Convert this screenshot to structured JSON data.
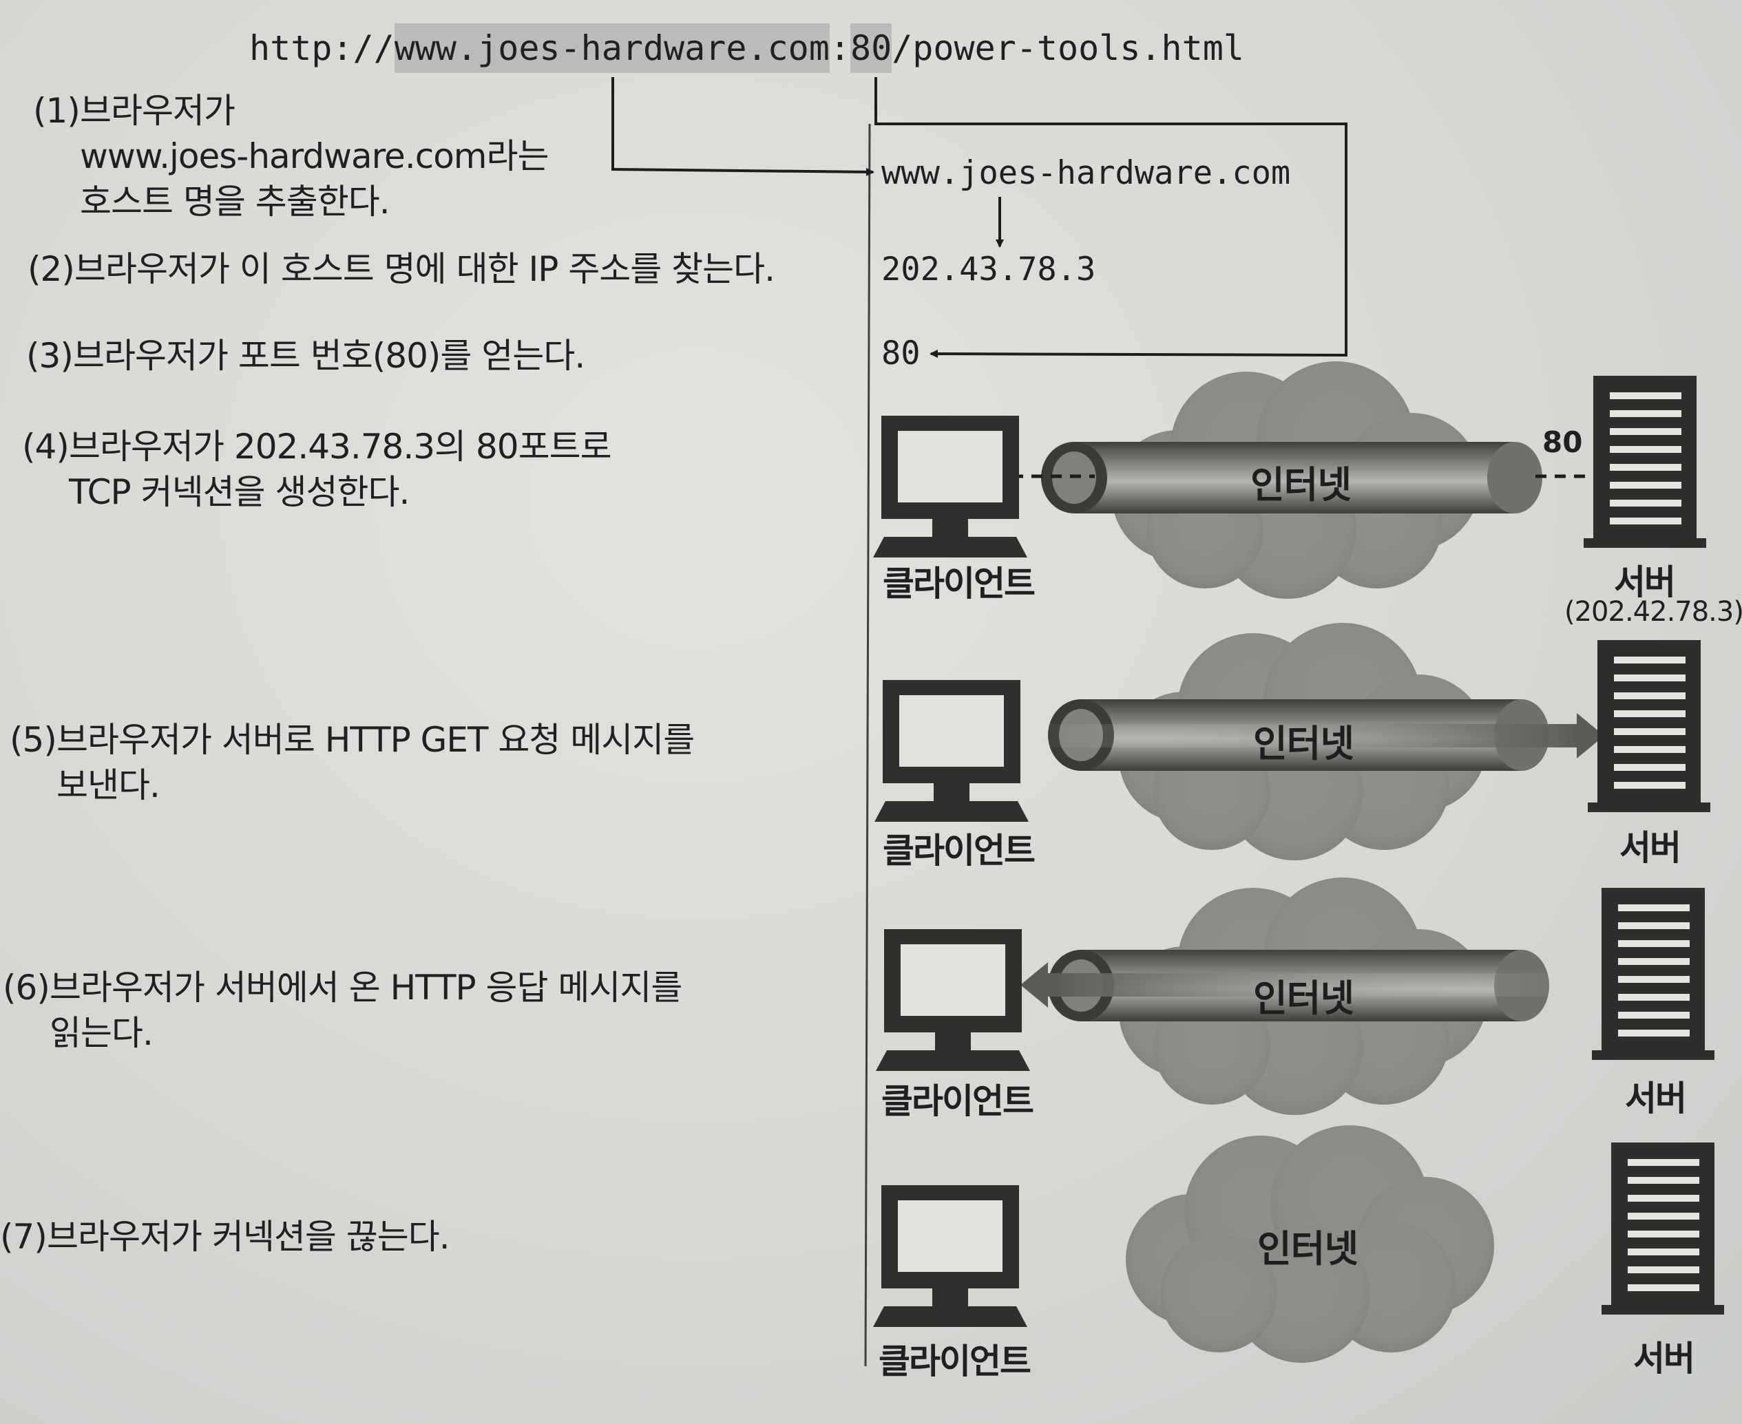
{
  "url": {
    "scheme": "http://",
    "host": "www.joes-hardware.com",
    "colon": ":",
    "port": "80",
    "path": "/power-tools.html"
  },
  "steps": [
    {
      "num": "(1)",
      "lines": [
        "브라우저가",
        "www.joes-hardware.com라는",
        "호스트 명을 추출한다."
      ]
    },
    {
      "num": "(2)",
      "lines": [
        "브라우저가 이 호스트 명에 대한 IP 주소를 찾는다."
      ]
    },
    {
      "num": "(3)",
      "lines": [
        "브라우저가 포트 번호(80)를 얻는다."
      ]
    },
    {
      "num": "(4)",
      "lines": [
        "브라우저가 202.43.78.3의 80포트로",
        "TCP 커넥션을 생성한다."
      ]
    },
    {
      "num": "(5)",
      "lines": [
        "브라우저가 서버로 HTTP GET 요청 메시지를",
        "보낸다."
      ]
    },
    {
      "num": "(6)",
      "lines": [
        "브라우저가 서버에서 온 HTTP 응답 메시지를",
        "읽는다."
      ]
    },
    {
      "num": "(7)",
      "lines": [
        "브라우저가 커넥션을 끊는다."
      ]
    }
  ],
  "extracted": {
    "host": "www.joes-hardware.com",
    "ip": "202.43.78.3",
    "port": "80"
  },
  "scenes": [
    {
      "client": "클라이언트",
      "network": "인터넷",
      "server": "서버",
      "server_ip": "(202.42.78.3)",
      "port": "80"
    },
    {
      "client": "클라이언트",
      "network": "인터넷",
      "server": "서버"
    },
    {
      "client": "클라이언트",
      "network": "인터넷",
      "server": "서버"
    },
    {
      "client": "클라이언트",
      "network": "인터넷",
      "server": "서버"
    }
  ]
}
